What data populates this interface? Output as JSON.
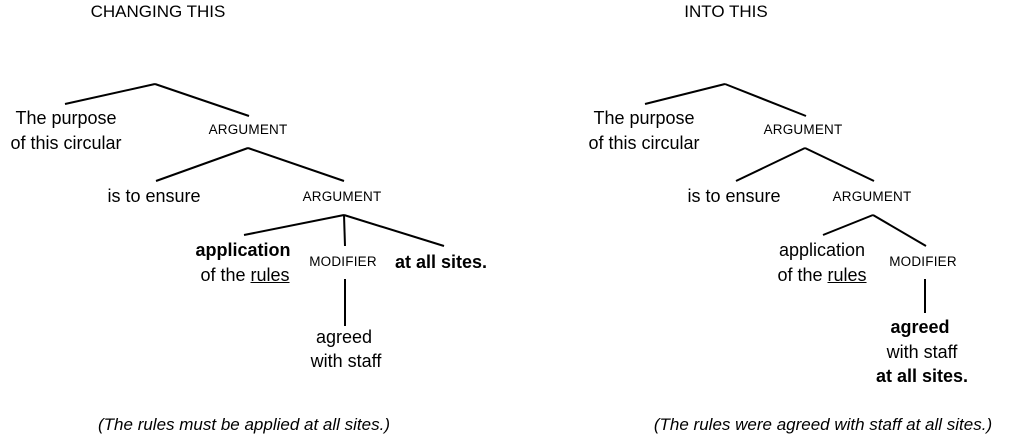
{
  "left_panel": {
    "title": "CHANGING THIS",
    "nodes": {
      "subject_line1": "The purpose",
      "subject_line2": "of this circular",
      "argument1": "ARGUMENT",
      "verb": "is to ensure",
      "argument2": "ARGUMENT",
      "head_bold": "application",
      "head_line2_prefix": "of the ",
      "head_line2_underlined": "rules",
      "modifier": "MODIFIER",
      "modifier_line1": "agreed",
      "modifier_line2": "with staff",
      "adjunct_bold": "at all sites."
    },
    "caption": "(The rules must be applied at all sites.)"
  },
  "right_panel": {
    "title": "INTO THIS",
    "nodes": {
      "subject_line1": "The purpose",
      "subject_line2": "of this circular",
      "argument1": "ARGUMENT",
      "verb": "is to ensure",
      "argument2": "ARGUMENT",
      "head_line1": "application",
      "head_line2_prefix": "of the ",
      "head_line2_underlined": "rules",
      "modifier": "MODIFIER",
      "modifier_line1_bold": "agreed",
      "modifier_line2": "with staff",
      "modifier_line3_bold": "at all sites."
    },
    "caption": "(The rules were agreed with staff at all sites.)"
  }
}
